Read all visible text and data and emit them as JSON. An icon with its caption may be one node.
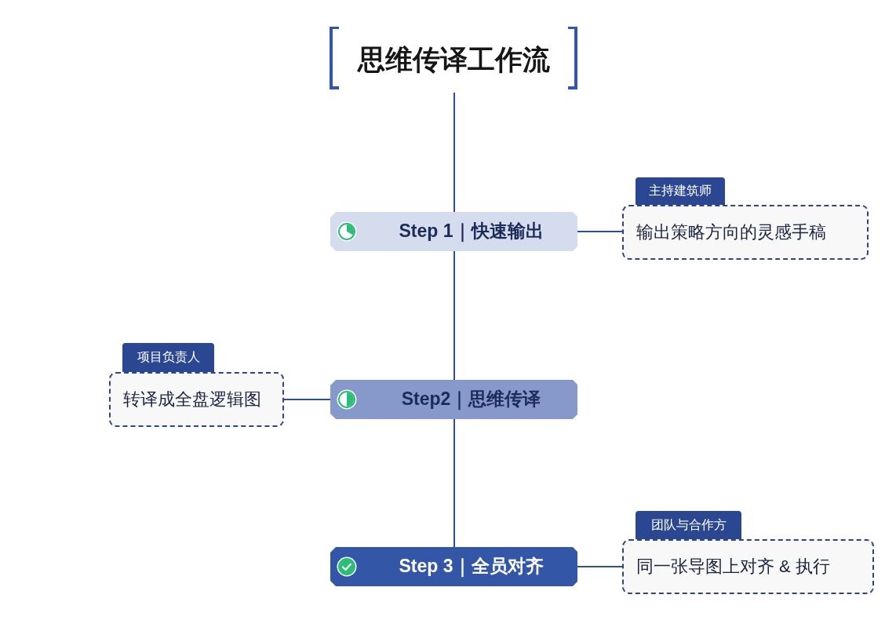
{
  "diagram": {
    "nodes": [
      {
        "text": [
          "思维传译工作流"
        ]
      },
      {
        "text": [
          "Step 1｜快速输出"
        ]
      },
      {
        "text": [
          "主持建筑师"
        ]
      },
      {
        "text": [
          "输出策略方向的灵感手稿"
        ]
      },
      {
        "text": [
          "Step2｜思维传译"
        ]
      },
      {
        "text": [
          "项目负责人"
        ]
      },
      {
        "text": [
          "转译成全盘逻辑图"
        ]
      },
      {
        "text": [
          "Step 3｜全员对齐"
        ]
      },
      {
        "text": [
          "团队与合作方"
        ]
      },
      {
        "text": [
          "同一张导图上对齐 & 执行"
        ]
      }
    ],
    "edges": [
      {
        "from": 0,
        "to": 1,
        "arrow": "none"
      },
      {
        "from": 1,
        "to": 4,
        "arrow": "none"
      },
      {
        "from": 4,
        "to": 7,
        "arrow": "none"
      },
      {
        "from": 1,
        "to": 3,
        "arrow": "none"
      },
      {
        "from": 4,
        "to": 6,
        "arrow": "none"
      },
      {
        "from": 7,
        "to": 9,
        "arrow": "none"
      }
    ]
  }
}
